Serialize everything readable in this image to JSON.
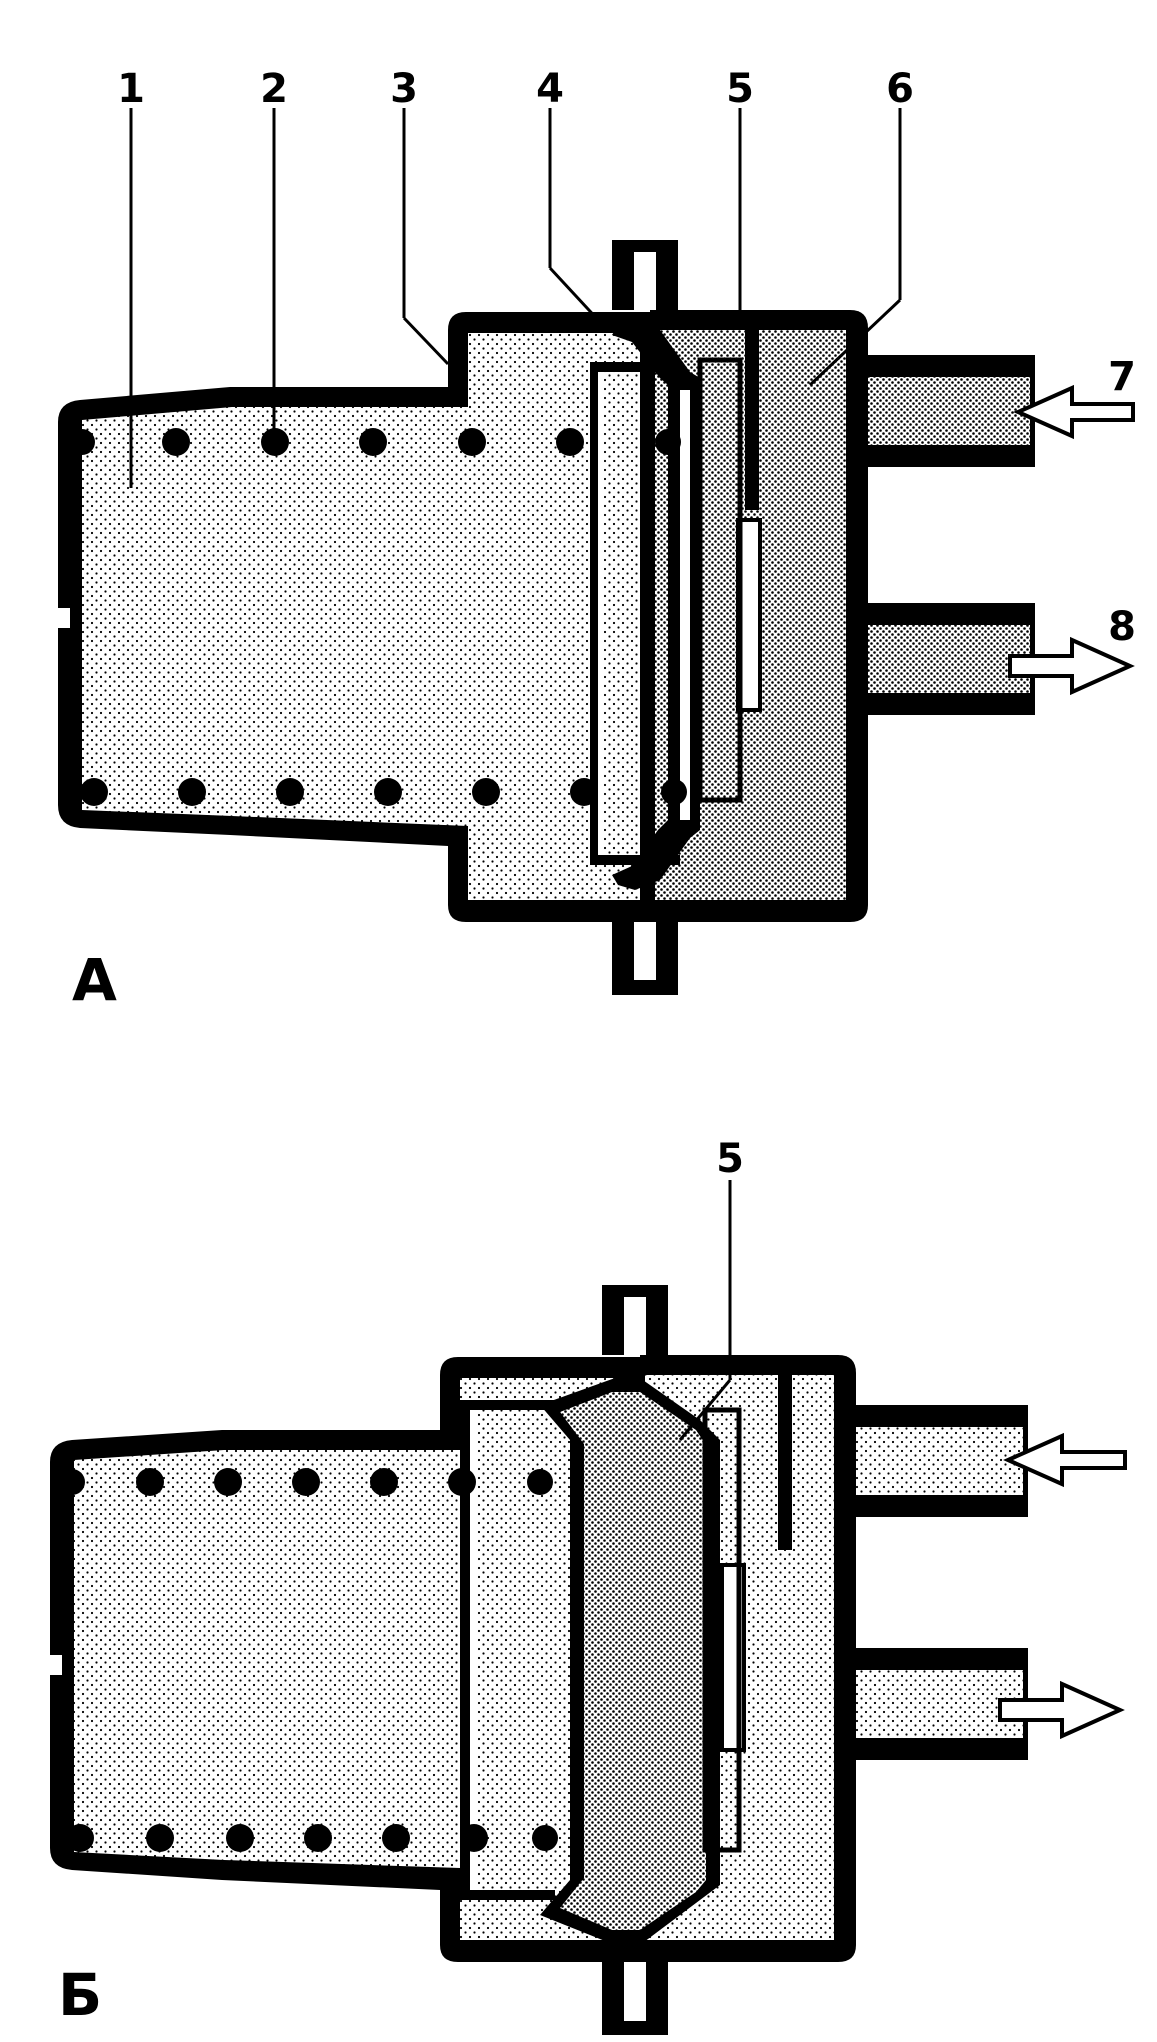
{
  "diagram_a": {
    "label": "А",
    "callouts": [
      "1",
      "2",
      "3",
      "4",
      "5",
      "6",
      "7",
      "8"
    ]
  },
  "diagram_b": {
    "label": "Б",
    "callouts": [
      "5"
    ]
  }
}
